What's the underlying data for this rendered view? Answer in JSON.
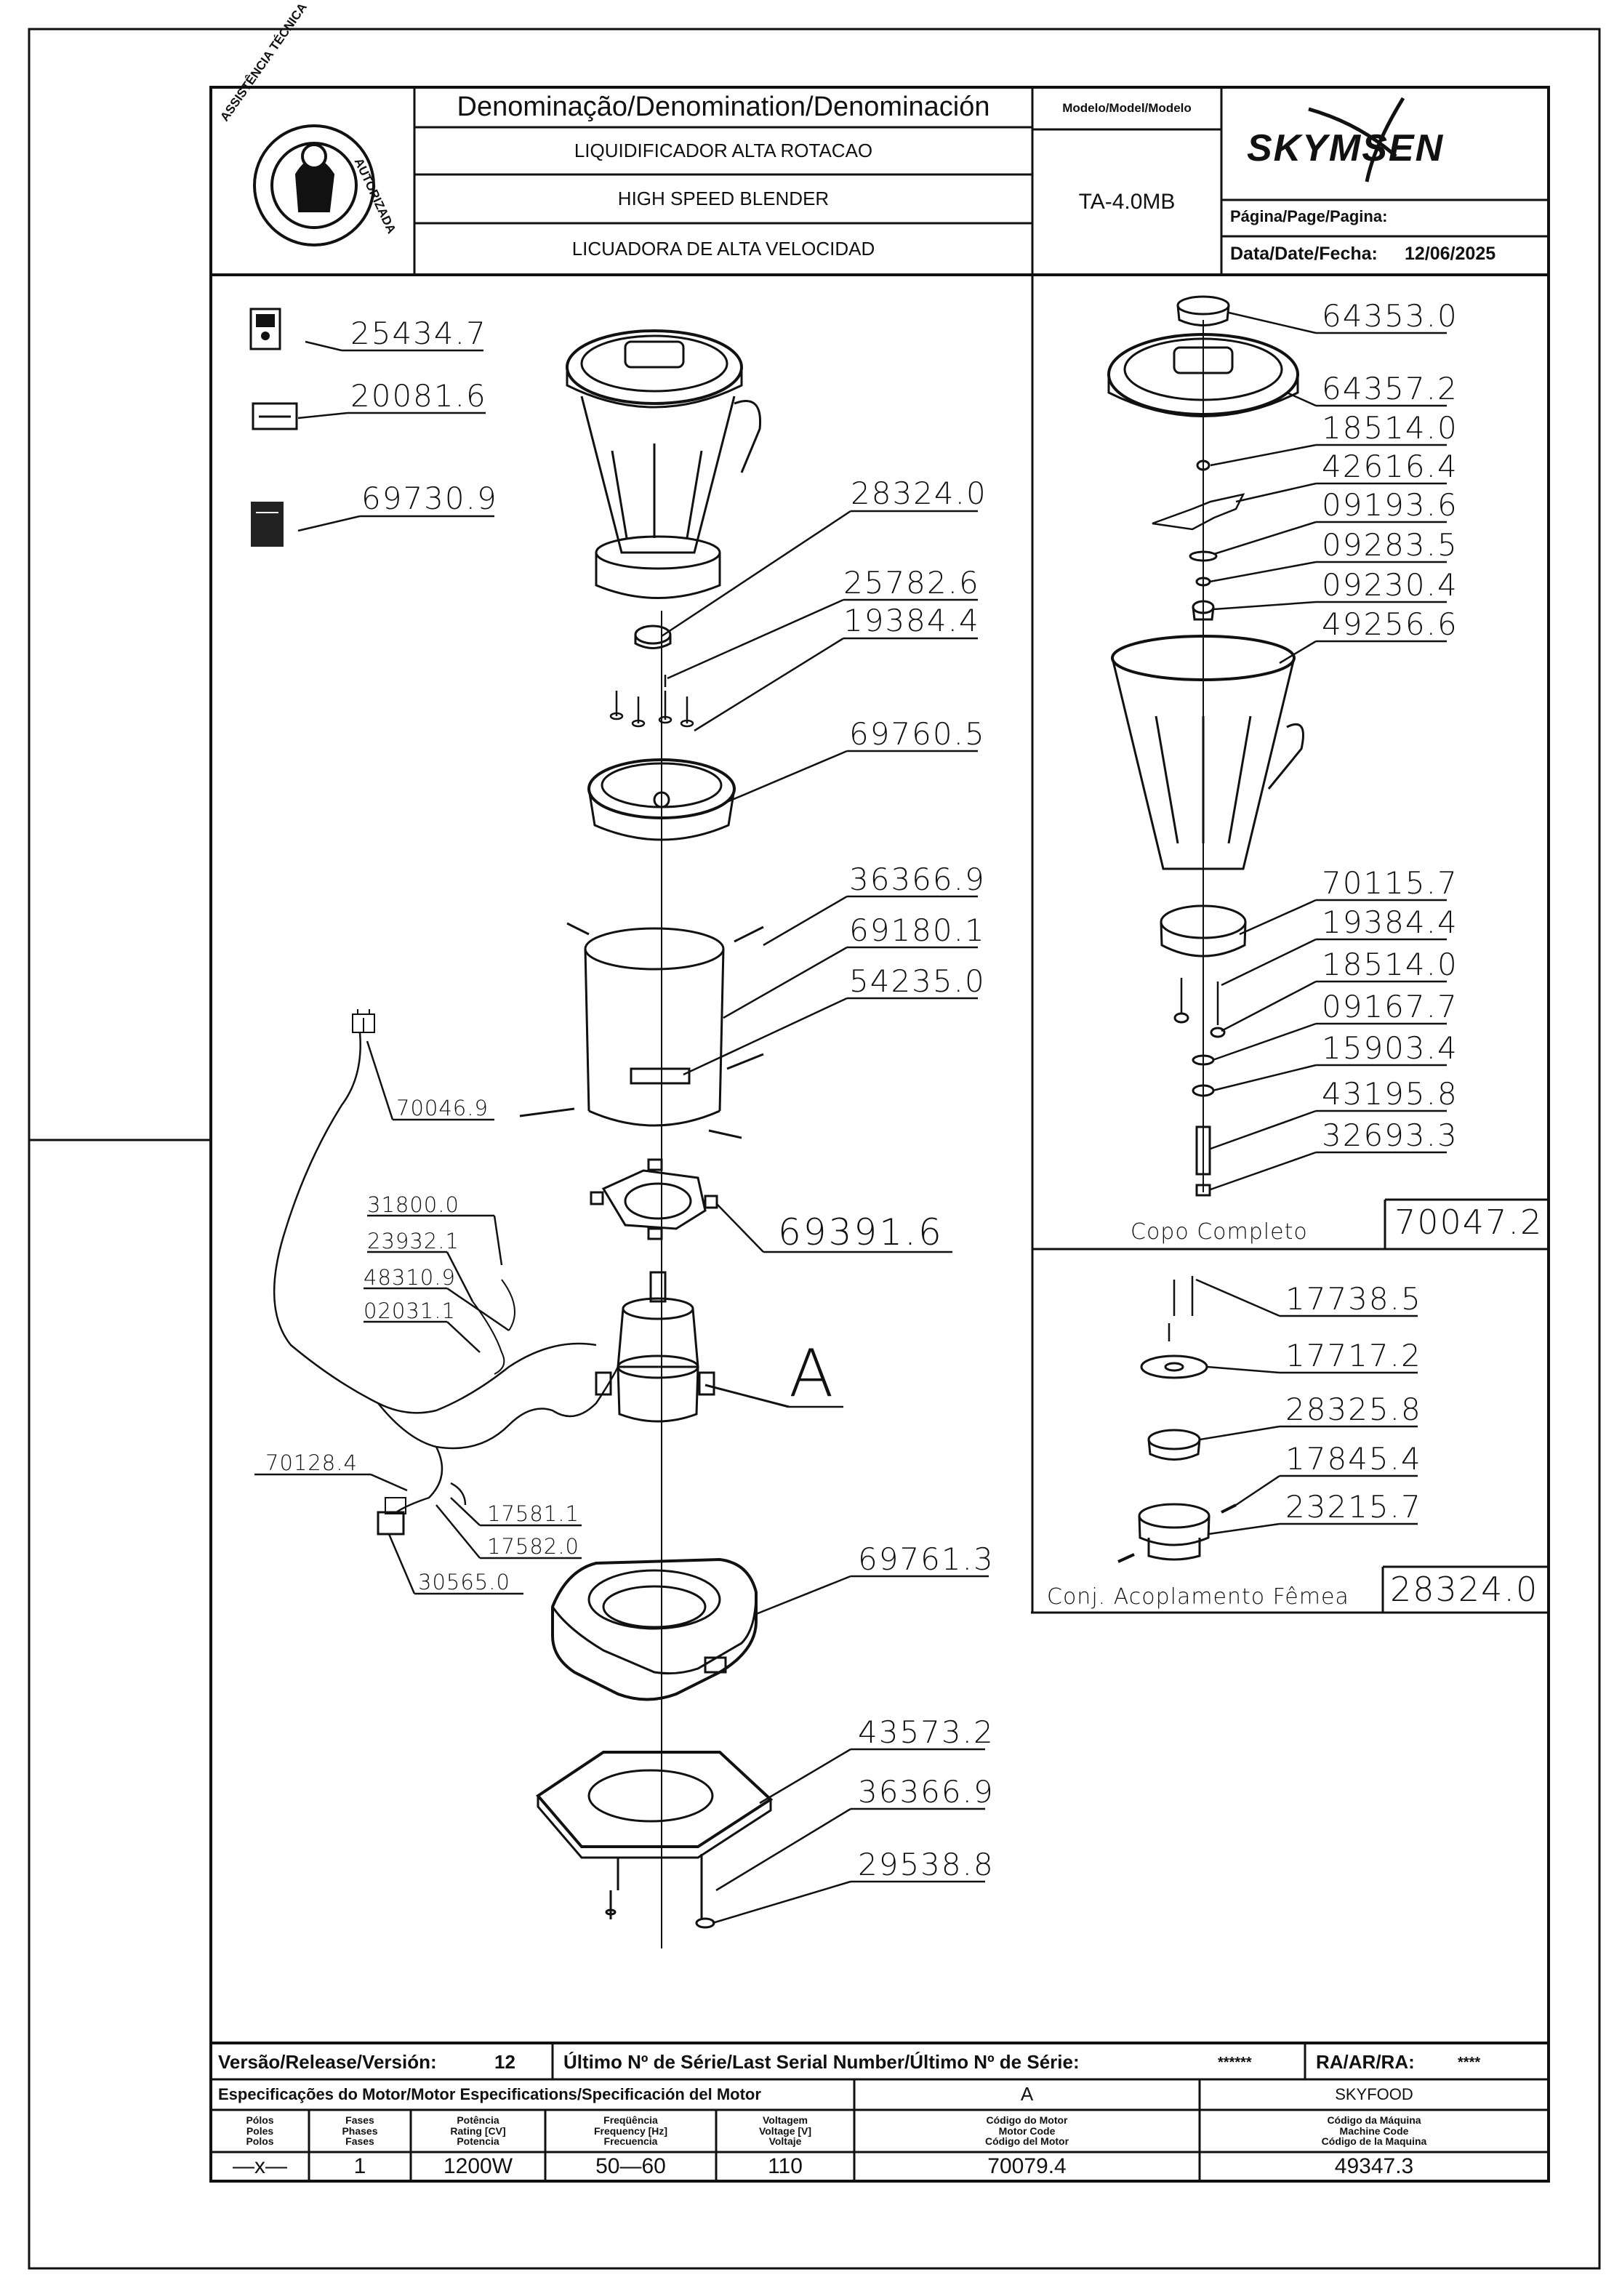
{
  "title_block": {
    "denomination_header": "Denominação/Denomination/Denominación",
    "name_pt": "LIQUIDIFICADOR ALTA ROTACAO",
    "name_en": "HIGH SPEED BLENDER",
    "name_es": "LICUADORA DE ALTA VELOCIDAD",
    "model_header": "Modelo/Model/Modelo",
    "model": "TA-4.0MB",
    "brand": "SKYMSEN",
    "page_label": "Página/Page/Pagina:",
    "date_label": "Data/Date/Fecha:",
    "date": "12/06/2025",
    "logo_text_left": "ASSISTÊNCIA TÉCNICA",
    "logo_text_right": "AUTORIZADA"
  },
  "parts_left": [
    {
      "code": "25434.7",
      "icon": "manual-icon"
    },
    {
      "code": "20081.6",
      "icon": "label-icon"
    },
    {
      "code": "69730.9",
      "icon": "booklet-icon"
    },
    {
      "code": "28324.0"
    },
    {
      "code": "25782.6"
    },
    {
      "code": "19384.4"
    },
    {
      "code": "69760.5"
    },
    {
      "code": "36366.9"
    },
    {
      "code": "69180.1"
    },
    {
      "code": "54235.0"
    },
    {
      "code": "70046.9"
    },
    {
      "code": "69391.6"
    },
    {
      "code": "31800.0"
    },
    {
      "code": "23932.1"
    },
    {
      "code": "48310.9"
    },
    {
      "code": "02031.1"
    },
    {
      "code": "A"
    },
    {
      "code": "70128.4"
    },
    {
      "code": "17581.1"
    },
    {
      "code": "17582.0"
    },
    {
      "code": "30565.0"
    },
    {
      "code": "69761.3"
    },
    {
      "code": "43573.2"
    },
    {
      "code": "36366.9"
    },
    {
      "code": "29538.8"
    }
  ],
  "parts_right_top": [
    {
      "code": "64353.0"
    },
    {
      "code": "64357.2"
    },
    {
      "code": "18514.0"
    },
    {
      "code": "42616.4"
    },
    {
      "code": "09193.6"
    },
    {
      "code": "09283.5"
    },
    {
      "code": "09230.4"
    },
    {
      "code": "49256.6"
    },
    {
      "code": "70115.7"
    },
    {
      "code": "19384.4"
    },
    {
      "code": "18514.0"
    },
    {
      "code": "09167.7"
    },
    {
      "code": "15903.4"
    },
    {
      "code": "43195.8"
    },
    {
      "code": "32693.3"
    }
  ],
  "copo_completo": {
    "label": "Copo Completo",
    "code": "70047.2"
  },
  "parts_right_bottom": [
    {
      "code": "17738.5"
    },
    {
      "code": "17717.2"
    },
    {
      "code": "28325.8"
    },
    {
      "code": "17845.4"
    },
    {
      "code": "23215.7"
    }
  ],
  "conj_acoplamento": {
    "label": "Conj. Acoplamento Fêmea",
    "code": "28324.0"
  },
  "footer": {
    "version_label": "Versão/Release/Versión:",
    "version": "12",
    "last_serial_label": "Último Nº de Série/Last Serial Number/Último Nº de Série:",
    "last_serial": "******",
    "ra_label": "RA/AR/RA:",
    "ra": "****",
    "motor_spec_label": "Especificações do Motor/Motor Especifications/Specificación del Motor",
    "motor_ref": "A",
    "manufacturer": "SKYFOOD",
    "headers": {
      "poles": [
        "Pólos",
        "Poles",
        "Polos"
      ],
      "phases": [
        "Fases",
        "Phases",
        "Fases"
      ],
      "power": [
        "Potência",
        "Rating [CV]",
        "Potencia"
      ],
      "frequency": [
        "Freqüência",
        "Frequency [Hz]",
        "Frecuencia"
      ],
      "voltage": [
        "Voltagem",
        "Voltage [V]",
        "Voltaje"
      ],
      "motor_code": [
        "Código do Motor",
        "Motor Code",
        "Código del Motor"
      ],
      "machine_code": [
        "Código da Máquina",
        "Machine Code",
        "Código de la Maquina"
      ]
    },
    "values": {
      "poles": "—x—",
      "phases": "1",
      "power": "1200W",
      "frequency": "50—60",
      "voltage": "110",
      "motor_code": "70079.4",
      "machine_code": "49347.3"
    }
  }
}
